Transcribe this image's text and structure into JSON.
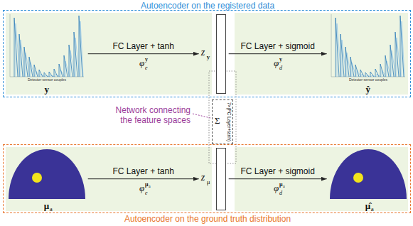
{
  "diagram": {
    "nodes": [
      {
        "text": [
          "Autoencoder on the registered data"
        ]
      },
      {
        "text": [
          "y"
        ],
        "in": 0
      },
      {
        "text": [
          "z",
          "y"
        ],
        "in": 0
      },
      {
        "text": [
          "ŷ"
        ],
        "in": 0
      },
      {
        "text": [
          "Σ",
          "7×(FC Layer+tanh)"
        ]
      },
      {
        "text": [
          "Autoencoder on the ground truth distribution"
        ]
      },
      {
        "text": [
          "μ",
          "a"
        ],
        "in": 5
      },
      {
        "text": [
          "z",
          "μ"
        ],
        "in": 5
      },
      {
        "text": [
          "μ̂",
          "a"
        ],
        "in": 5
      }
    ],
    "edges": [
      {
        "from": 1,
        "to": 2,
        "arrow": "to",
        "label": "FC Layer + tanh"
      },
      {
        "from": 2,
        "to": 3,
        "arrow": "to",
        "label": "FC Layer + sigmoid"
      },
      {
        "from": 6,
        "to": 7,
        "arrow": "to",
        "label": "FC Layer + tanh"
      },
      {
        "from": 7,
        "to": 8,
        "arrow": "to",
        "label": "FC Layer + sigmoid"
      }
    ],
    "labels": [
      "Network connecting the feature spaces",
      "Detector-sensor couples",
      "Detector-sensor couples",
      "φ",
      "e",
      "y",
      "φ",
      "d",
      "y",
      "φ",
      "e",
      "μ",
      "a",
      "φ",
      "d",
      "μ",
      "a"
    ]
  }
}
